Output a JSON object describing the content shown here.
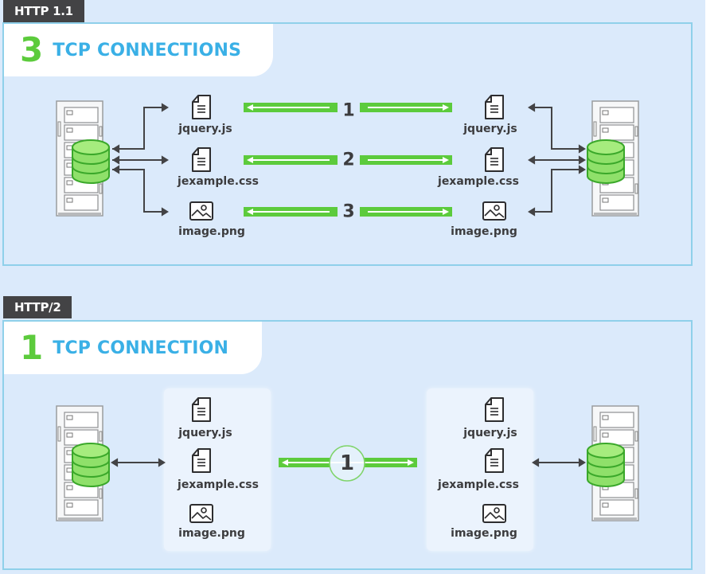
{
  "http11": {
    "tag": "HTTP 1.1",
    "count": "3",
    "title": "TCP CONNECTIONS",
    "client_files": [
      {
        "name": "jquery.js",
        "icon": "document-icon"
      },
      {
        "name": "jexample.css",
        "icon": "document-icon"
      },
      {
        "name": "image.png",
        "icon": "image-icon"
      }
    ],
    "server_files": [
      {
        "name": "jquery.js",
        "icon": "document-icon"
      },
      {
        "name": "jexample.css",
        "icon": "document-icon"
      },
      {
        "name": "image.png",
        "icon": "image-icon"
      }
    ],
    "connections": [
      "1",
      "2",
      "3"
    ]
  },
  "http2": {
    "tag": "HTTP/2",
    "count": "1",
    "title": "TCP CONNECTION",
    "client_files": [
      {
        "name": "jquery.js",
        "icon": "document-icon"
      },
      {
        "name": "jexample.css",
        "icon": "document-icon"
      },
      {
        "name": "image.png",
        "icon": "image-icon"
      }
    ],
    "server_files": [
      {
        "name": "jquery.js",
        "icon": "document-icon"
      },
      {
        "name": "jexample.css",
        "icon": "document-icon"
      },
      {
        "name": "image.png",
        "icon": "image-icon"
      }
    ],
    "connections": [
      "1"
    ]
  },
  "colors": {
    "green": "#5ccb3c",
    "blue_title": "#3ab0e6",
    "dark": "#434345",
    "panel_border": "#8fd0ea",
    "background": "#dbeafb"
  }
}
